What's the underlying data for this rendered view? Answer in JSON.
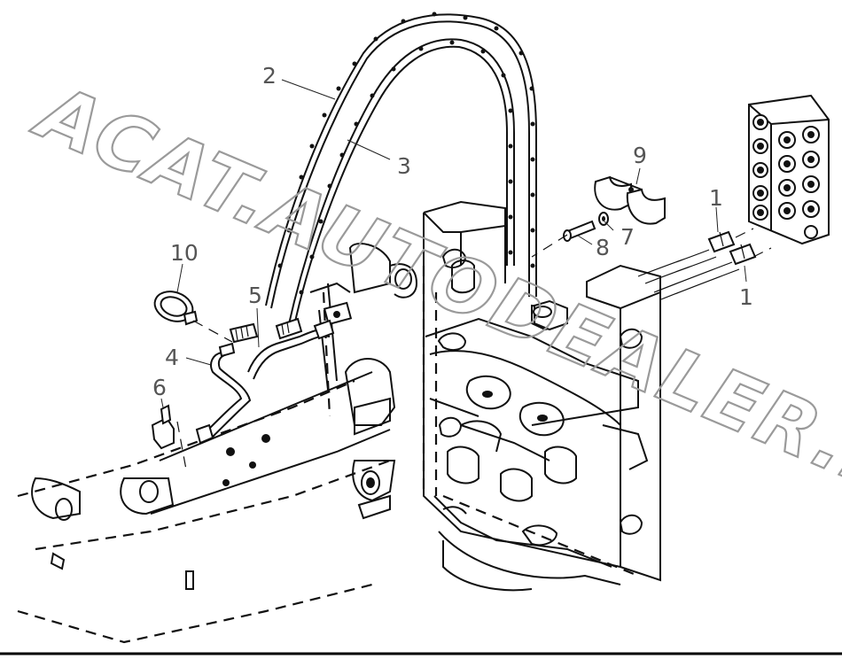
{
  "watermark": {
    "text": "ACAT.AUTODEALER.RU"
  },
  "callouts": [
    {
      "id": "1a",
      "text": "1"
    },
    {
      "id": "1b",
      "text": "1"
    },
    {
      "id": "2",
      "text": "2"
    },
    {
      "id": "3",
      "text": "3"
    },
    {
      "id": "4",
      "text": "4"
    },
    {
      "id": "5",
      "text": "5"
    },
    {
      "id": "6",
      "text": "6"
    },
    {
      "id": "7",
      "text": "7"
    },
    {
      "id": "8",
      "text": "8"
    },
    {
      "id": "9",
      "text": "9"
    },
    {
      "id": "10",
      "text": "10"
    }
  ]
}
